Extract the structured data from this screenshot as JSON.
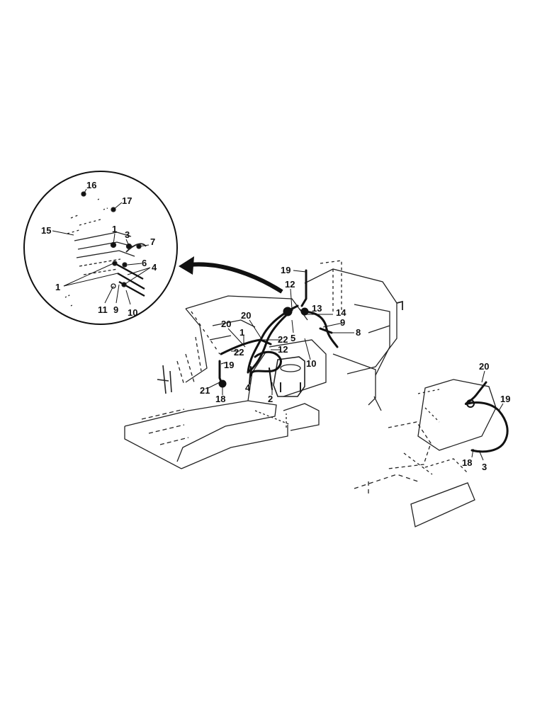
{
  "callouts": {
    "c16": "16",
    "c17": "17",
    "c15": "15",
    "c1a": "1",
    "c3a": "3",
    "c7": "7",
    "c6": "6",
    "c4a": "4",
    "c1b": "1",
    "c11": "11",
    "c9a": "9",
    "c10a": "10",
    "c19a": "19",
    "c12a": "12",
    "c13": "13",
    "c14": "14",
    "c9b": "9",
    "c8": "8",
    "c20a": "20",
    "c20b": "20",
    "c22a": "22",
    "c12b": "12",
    "c1c": "1",
    "c5": "5",
    "c22b": "22",
    "c10b": "10",
    "c19b": "19",
    "c21": "21",
    "c18a": "18",
    "c4b": "4",
    "c2": "2",
    "c20c": "20",
    "c19c": "19",
    "c18b": "18",
    "c3b": "3"
  },
  "colors": {
    "ink": "#111111",
    "paper": "#ffffff",
    "sketch": "#333333"
  }
}
